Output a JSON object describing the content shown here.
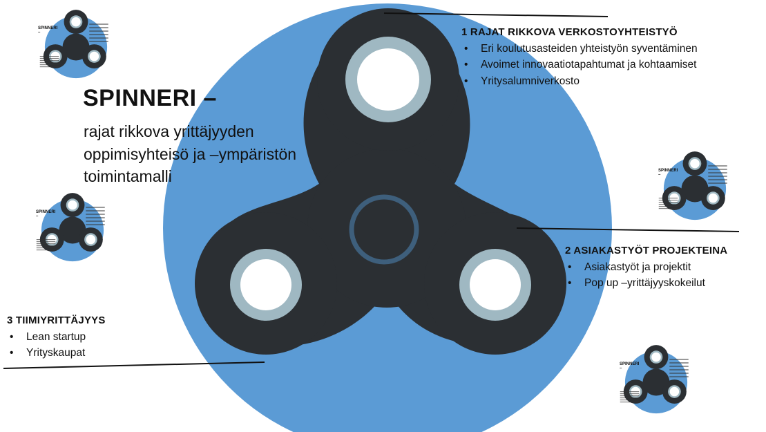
{
  "title": "SPINNERI –",
  "subtitle": "rajat rikkova yrittäjyyden oppimisyhteisö ja –ympäristön toimintamalli",
  "sections": [
    {
      "heading": "1 RAJAT RIKKOVA VERKOSTOYHTEISTYÖ",
      "items": [
        "Eri koulutusasteiden yhteistyön syventäminen",
        "Avoimet innovaatiotapahtumat ja kohtaamiset",
        "Yritysalumniverkosto"
      ]
    },
    {
      "heading": "2 ASIAKASTYÖT PROJEKTEINA",
      "items": [
        "Asiakastyöt ja projektit",
        "Pop up –yrittäjyyskokeilut"
      ]
    },
    {
      "heading": "3 TIIMIYRITTÄJYYS",
      "items": [
        "Lean startup",
        "Yrityskaupat"
      ]
    }
  ],
  "thumbnail_title": "SPINNERI –",
  "colors": {
    "circle": "#5b9bd5",
    "spinner_body": "#2b2f33",
    "ring": "#9fb8c2",
    "hub_ring": "#3e5f7c",
    "hole": "#ffffff"
  }
}
